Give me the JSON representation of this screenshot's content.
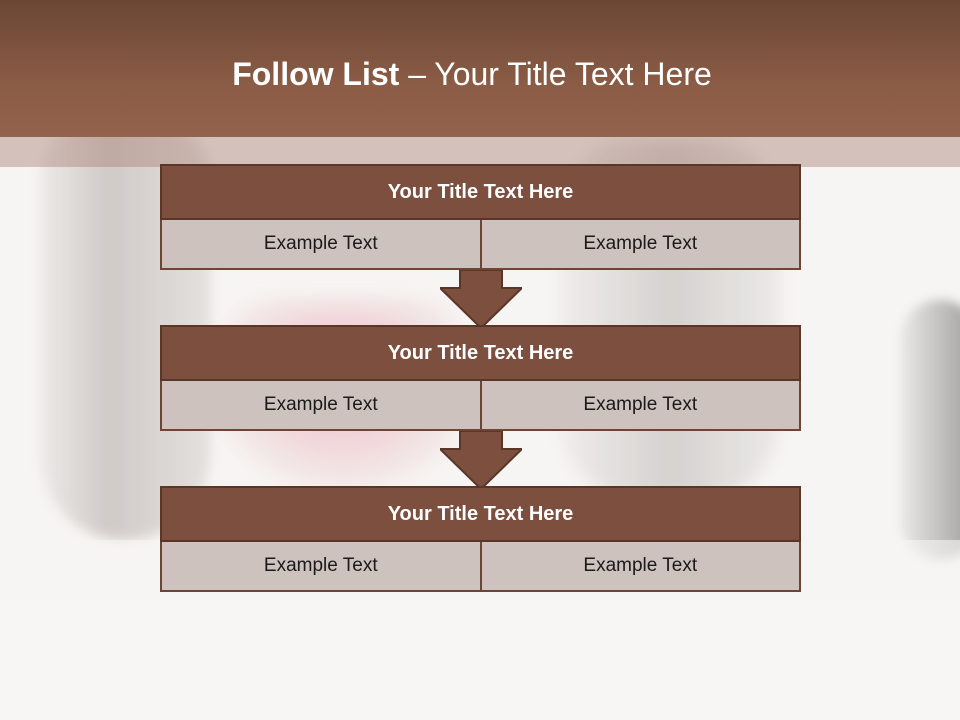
{
  "header": {
    "title_bold": "Follow List",
    "title_rest": "– Your Title Text Here"
  },
  "blocks": [
    {
      "title": "Your Title Text Here",
      "cells": [
        "Example Text",
        "Example Text"
      ]
    },
    {
      "title": "Your Title Text Here",
      "cells": [
        "Example Text",
        "Example Text"
      ]
    },
    {
      "title": "Your Title Text Here",
      "cells": [
        "Example Text",
        "Example Text"
      ]
    }
  ],
  "colors": {
    "header": "#8a5b45",
    "block_title": "#7c4f3e",
    "cell": "#cdc2bd",
    "arrow": "#7c4f3e"
  }
}
